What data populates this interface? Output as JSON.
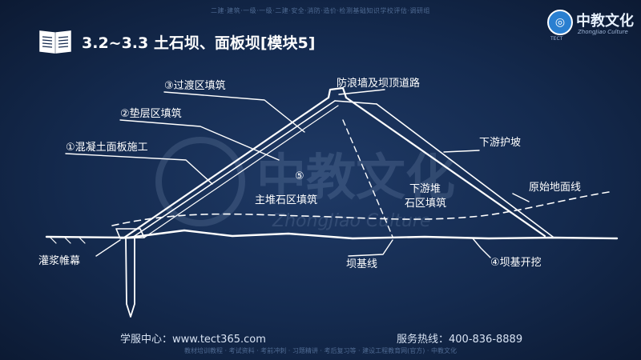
{
  "header": {
    "title": "3.2~3.3  土石坝、面板坝[模块5]",
    "top_note": "二建·建筑·一级·一级·二建·安全·消防·造价·检测基础知识学校评估·调研组"
  },
  "logo": {
    "name": "中教文化",
    "english": "ZhongJiao Culture",
    "abbr": "TECT"
  },
  "diagram": {
    "labels": {
      "transition_zone": "③过渡区填筑",
      "cushion_zone": "②垫层区填筑",
      "face_slab": "①混凝土面板施工",
      "grout_curtain": "灌浆帷幕",
      "wave_wall": "防浪墙及坝顶道路",
      "downstream_slope": "下游护坡",
      "main_zone_num": "⑤",
      "main_zone": "主堆石区填筑",
      "downstream_zone_line1": "下游堆",
      "downstream_zone_line2": "石区填筑",
      "original_ground": "原始地面线",
      "dam_base_line": "坝基线",
      "foundation_excavation": "④坝基开挖"
    }
  },
  "watermark": {
    "text": "中教文化",
    "english": "ZhongJiao Culture"
  },
  "footer": {
    "left": "学服中心：www.tect365.com",
    "right": "服务热线：400-836-8889",
    "bottom_note": "教材培训教程 · 考试资料 · 考前冲刺 · 习题精讲 · 考后复习等 · 建设工程教育网(官方) · 中教文化"
  },
  "colors": {
    "background": "#142a4e",
    "line": "#ffffff",
    "text": "#ffffff"
  }
}
